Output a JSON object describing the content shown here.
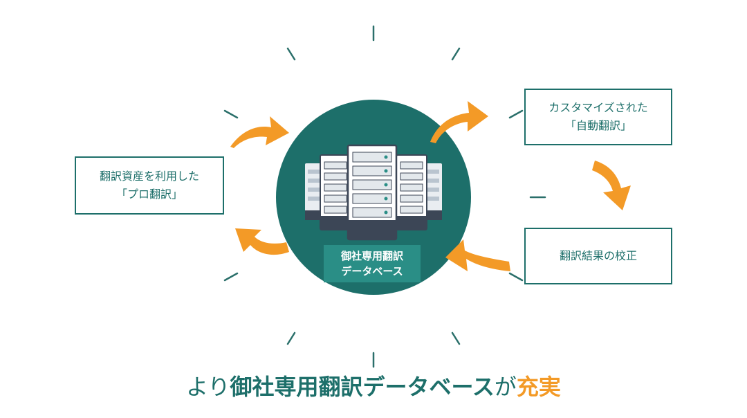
{
  "colors": {
    "teal_dark": "#1d6f6a",
    "teal_light": "#2a8e86",
    "orange": "#f39a27",
    "server_body": "#e9edf1",
    "server_dark": "#3c4656"
  },
  "center": {
    "label_line1": "御社専用翻訳",
    "label_line2": "データベース",
    "icon": "server-rack-icon"
  },
  "boxes": {
    "left": {
      "line1": "翻訳資産を利用した",
      "line2": "「プロ翻訳」"
    },
    "top_right": {
      "line1": "カスタマイズされた",
      "line2": "「自動翻訳」"
    },
    "bottom_right": {
      "line1": "翻訳結果の校正"
    }
  },
  "caption": {
    "prefix": "より",
    "middle": "御社専用翻訳データベース",
    "particle": "が",
    "highlight": "充実"
  }
}
